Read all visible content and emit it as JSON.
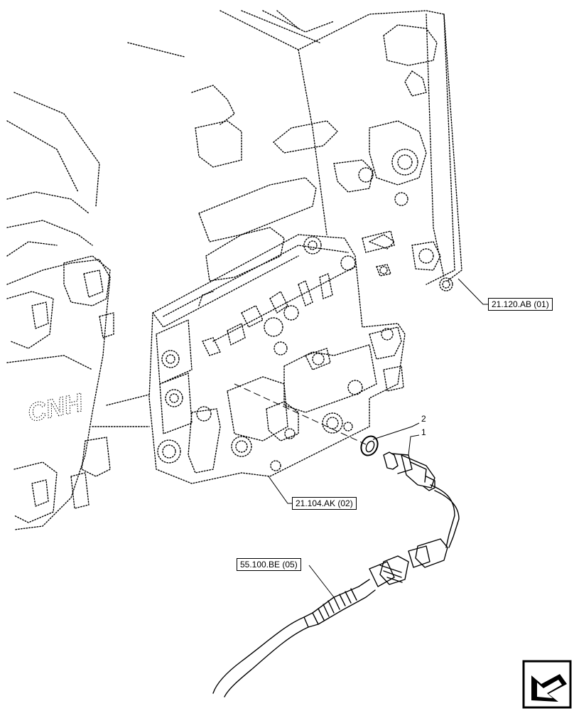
{
  "references": {
    "ref_21_120_ab": "21.120.AB (01)",
    "ref_21_104_ak": "21.104.AK (02)",
    "ref_55_100_be": "55.100.BE (05)"
  },
  "items": {
    "item_1": "1",
    "item_2": "2"
  },
  "casting_text": "CNH",
  "icons": {
    "nav": "back-arrow-icon"
  }
}
